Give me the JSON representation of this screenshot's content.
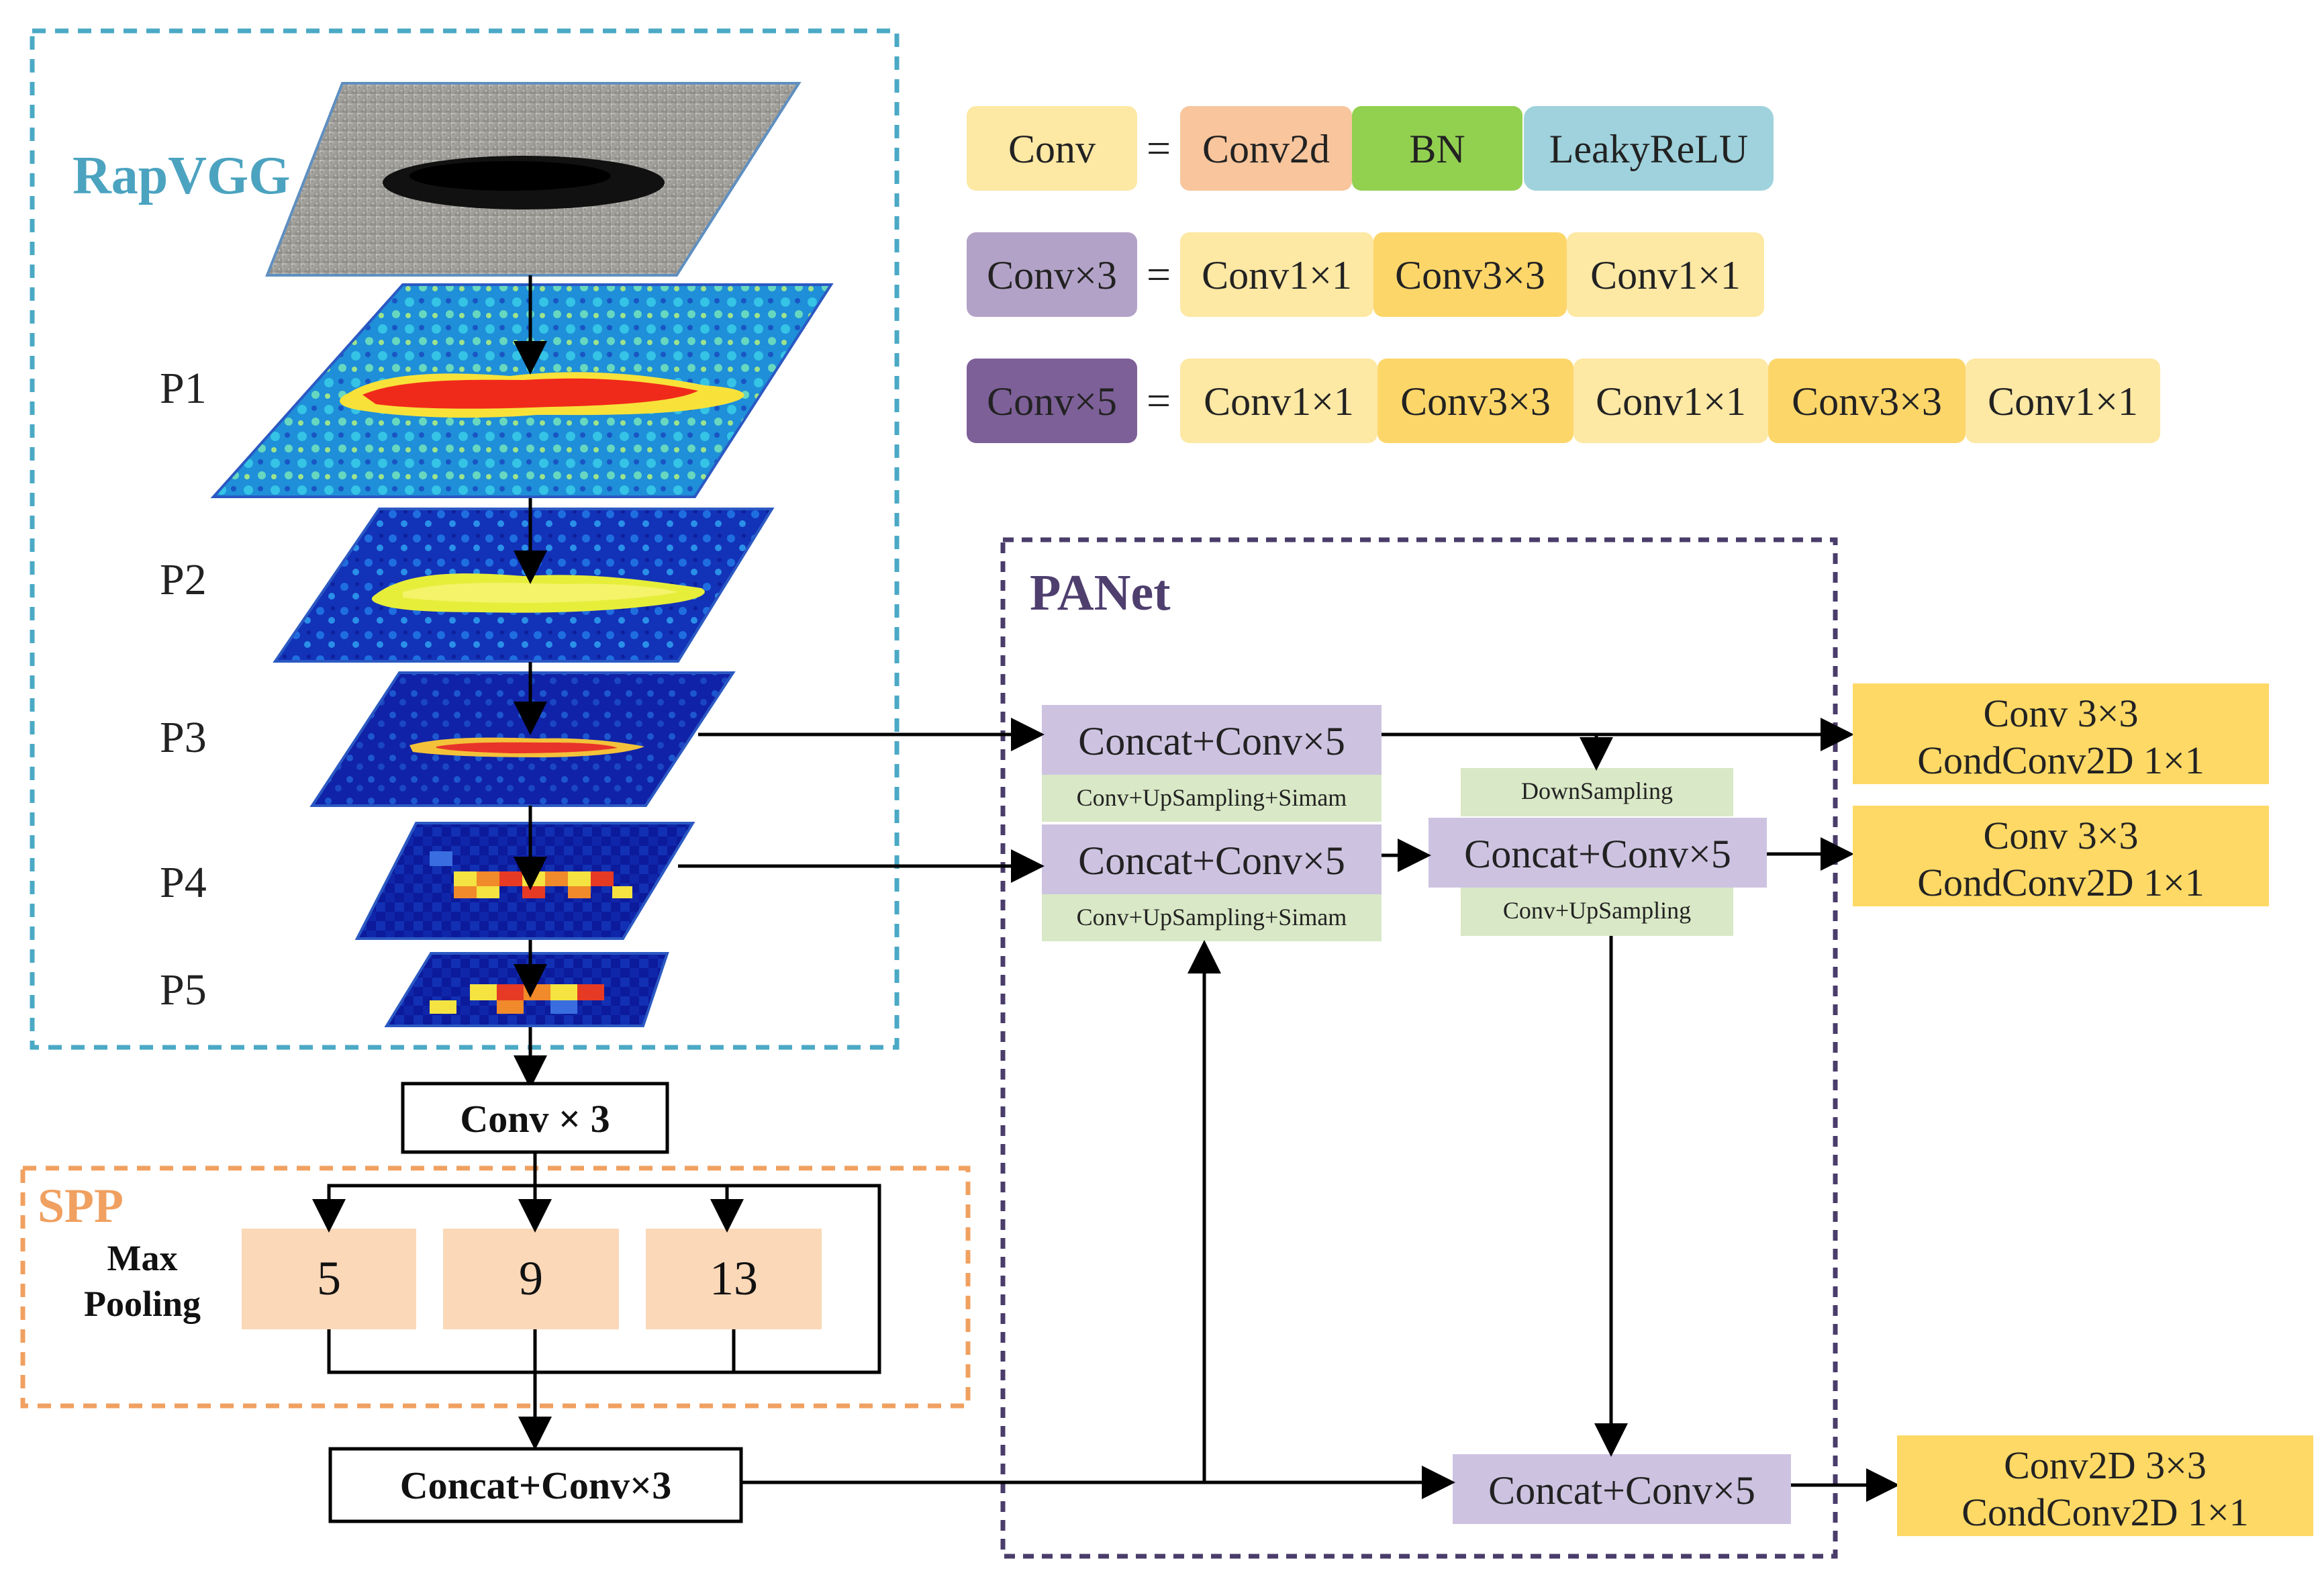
{
  "rapvgg": {
    "title": "RapVGG",
    "levels": [
      "P1",
      "P2",
      "P3",
      "P4",
      "P5"
    ]
  },
  "legend": {
    "conv": {
      "label": "Conv",
      "parts": [
        "Conv2d",
        "BN",
        "LeakyReLU"
      ]
    },
    "conv3": {
      "label": "Conv×3",
      "parts": [
        "Conv1×1",
        "Conv3×3",
        "Conv1×1"
      ]
    },
    "conv5": {
      "label": "Conv×5",
      "parts": [
        "Conv1×1",
        "Conv3×3",
        "Conv1×1",
        "Conv3×3",
        "Conv1×1"
      ]
    },
    "equals": "="
  },
  "backbone": {
    "conv3_box": "Conv × 3",
    "concat_box": "Concat+Conv×3"
  },
  "spp": {
    "title": "SPP",
    "max_pooling_line1": "Max",
    "max_pooling_line2": "Pooling",
    "kernels": [
      "5",
      "9",
      "13"
    ]
  },
  "panet": {
    "title": "PANet",
    "concat1": "Concat+Conv×5",
    "up1": "Conv+UpSampling+Simam",
    "concat2": "Concat+Conv×5",
    "up2": "Conv+UpSampling+Simam",
    "down": "DownSampling",
    "concat3": "Concat+Conv×5",
    "up3": "Conv+UpSampling",
    "concat4": "Concat+Conv×5"
  },
  "heads": [
    {
      "line1": "Conv 3×3",
      "line2": "CondConv2D 1×1"
    },
    {
      "line1": "Conv 3×3",
      "line2": "CondConv2D 1×1"
    },
    {
      "line1": "Conv2D 3×3",
      "line2": "CondConv2D 1×1"
    }
  ],
  "colors": {
    "rapvgg_border": "#4ba9c5",
    "rapvgg_title": "#4ba3c0",
    "spp_border": "#f0a060",
    "spp_title": "#f0a060",
    "panet_border": "#4a3d6a",
    "panet_title": "#4e3f6e",
    "conv_yellow": "#fde8a4",
    "conv_yellow_dark": "#fdd66a",
    "conv2d_orange": "#f8c59c",
    "bn_green": "#92d050",
    "relu_blue": "#9fd2dc",
    "conv3_purple": "#b3a2c7",
    "conv5_purple": "#7d6098",
    "pool_peach": "#fbd8b8",
    "panet_purple": "#cdc3e1",
    "upsample_green": "#d9e8c6",
    "head_yellow": "#ffd966"
  }
}
